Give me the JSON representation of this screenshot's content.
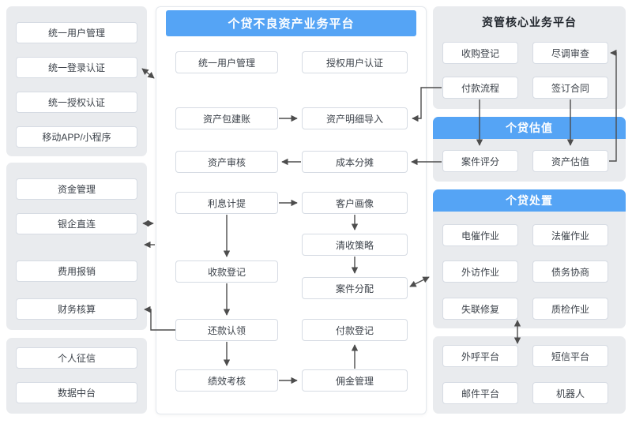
{
  "colors": {
    "header_blue": "#55a4f5",
    "panel_gray": "#e9ebee",
    "arrow": "#4d4d4d"
  },
  "left": {
    "identity": {
      "items": [
        "统一用户管理",
        "统一登录认证",
        "统一授权认证",
        "移动APP/小程序"
      ]
    },
    "finance": {
      "items": [
        "资金管理",
        "银企直连",
        "费用报销",
        "财务核算"
      ]
    },
    "data": {
      "items": [
        "个人征信",
        "数据中台"
      ]
    }
  },
  "center": {
    "title": "个贷不良资产业务平台",
    "nodes": {
      "user_mgmt": "统一用户管理",
      "authorized_auth": "授权用户认证",
      "asset_package": "资产包建账",
      "asset_import": "资产明细导入",
      "asset_review": "资产审核",
      "cost_allocation": "成本分摊",
      "interest_accrual": "利息计提",
      "customer_profile": "客户画像",
      "collection_strategy": "清收策略",
      "receipt_registration": "收款登记",
      "case_assignment": "案件分配",
      "repayment_claim": "还款认领",
      "payment_registration": "付款登记",
      "performance_review": "绩效考核",
      "commission_mgmt": "佣金管理"
    }
  },
  "right": {
    "core": {
      "title": "资管核心业务平台",
      "items": [
        "收购登记",
        "尽调审查",
        "付款流程",
        "签订合同"
      ]
    },
    "valuation": {
      "title": "个贷估值",
      "items": [
        "案件评分",
        "资产估值"
      ]
    },
    "disposal": {
      "title": "个贷处置",
      "items": [
        "电催作业",
        "法催作业",
        "外访作业",
        "债务协商",
        "失联修复",
        "质检作业"
      ]
    },
    "channels": {
      "items": [
        "外呼平台",
        "短信平台",
        "邮件平台",
        "机器人"
      ]
    }
  }
}
